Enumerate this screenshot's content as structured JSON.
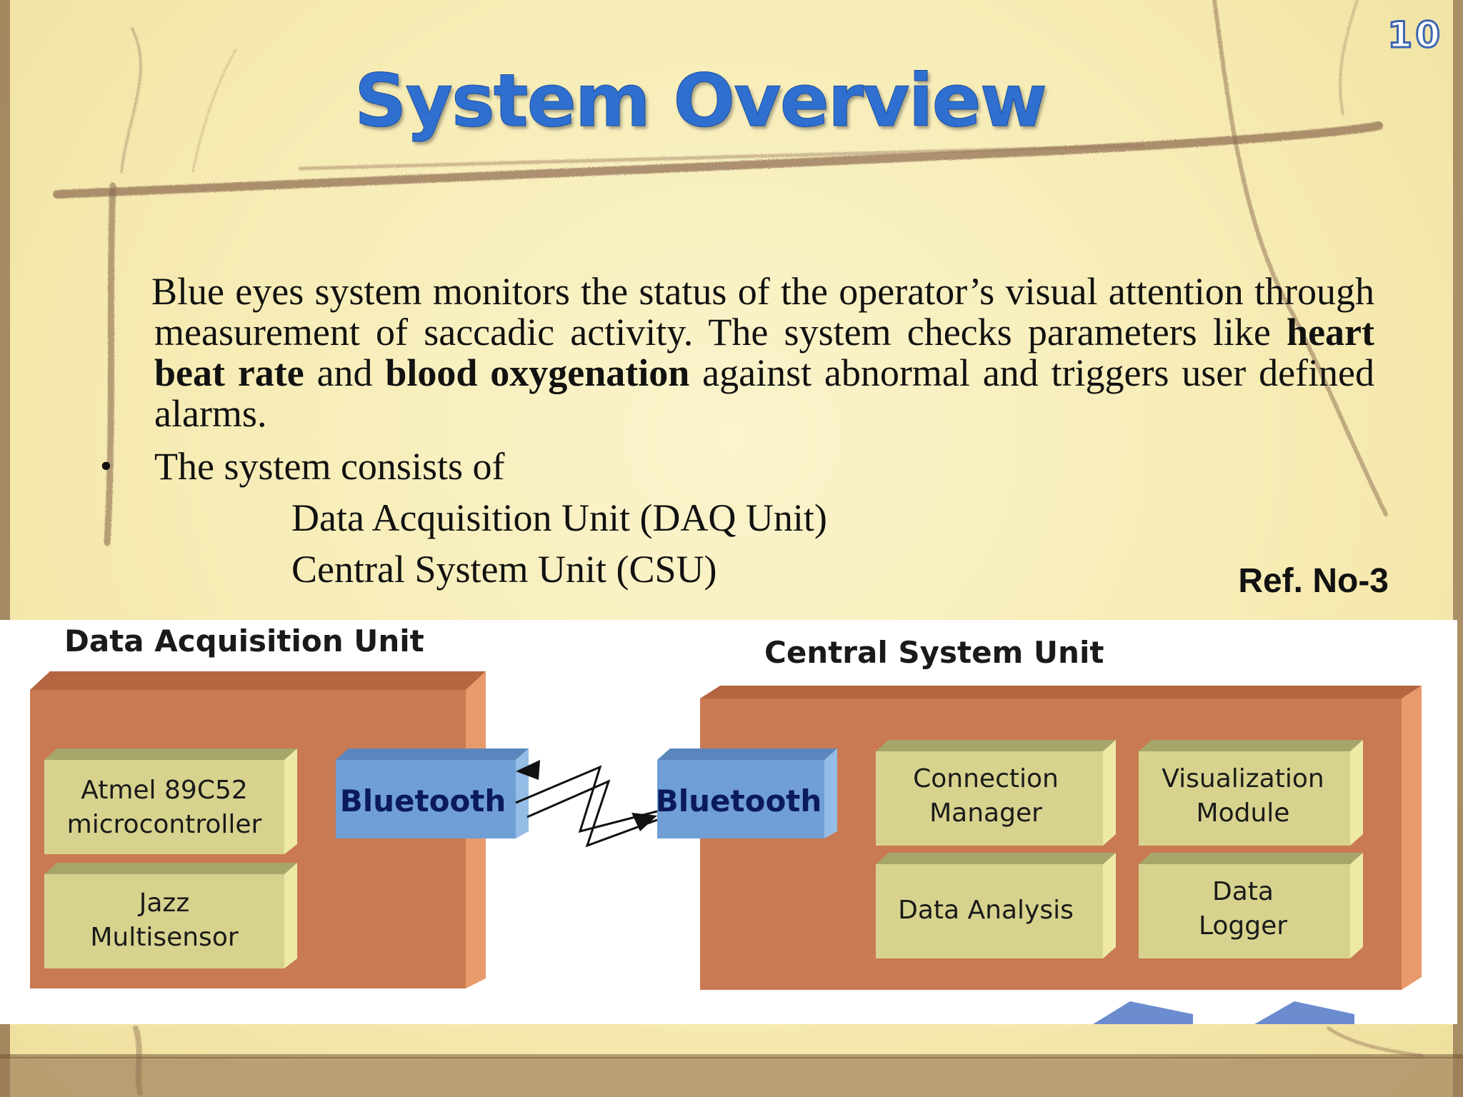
{
  "slide": {
    "number": "10",
    "title": "System Overview"
  },
  "content": {
    "paragraph": {
      "part1": "Blue eyes system monitors the status of the operator’s visual attention through measurement of saccadic activity. The system checks parameters like ",
      "bold1": "heart beat rate",
      "part2": " and ",
      "bold2": "blood oxygenation",
      "part3": " against abnormal and triggers user defined alarms."
    },
    "bullet": "The system consists of",
    "sub_items": [
      "Data Acquisition Unit (DAQ Unit)",
      "Central System Unit (CSU)"
    ],
    "reference": "Ref. No-3"
  },
  "diagram": {
    "daq_title": "Data Acquisition Unit",
    "csu_title": "Central System Unit",
    "daq_modules": [
      {
        "line1": "Atmel 89C52",
        "line2": "microcontroller"
      },
      {
        "line1": "Jazz",
        "line2": "Multisensor"
      }
    ],
    "daq_bluetooth": "Bluetooth",
    "csu_bluetooth": "Bluetooth",
    "csu_modules": [
      {
        "line1": "Connection",
        "line2": "Manager"
      },
      {
        "line1": "Visualization",
        "line2": "Module"
      },
      {
        "line1": "Data Analysis",
        "line2": ""
      },
      {
        "line1": "Data",
        "line2": "Logger"
      }
    ],
    "colors": {
      "unit_front": "#c97a52",
      "unit_top": "#b56540",
      "unit_side": "#e89a6c",
      "module_front": "#d7d38e",
      "module_top": "#a6a66a",
      "module_side": "#eeeaa6",
      "bluetooth_front": "#6f9fd4",
      "bluetooth_top": "#5a86bd",
      "bluetooth_side": "#95bde6",
      "arrow": "#6b8ccf"
    }
  }
}
